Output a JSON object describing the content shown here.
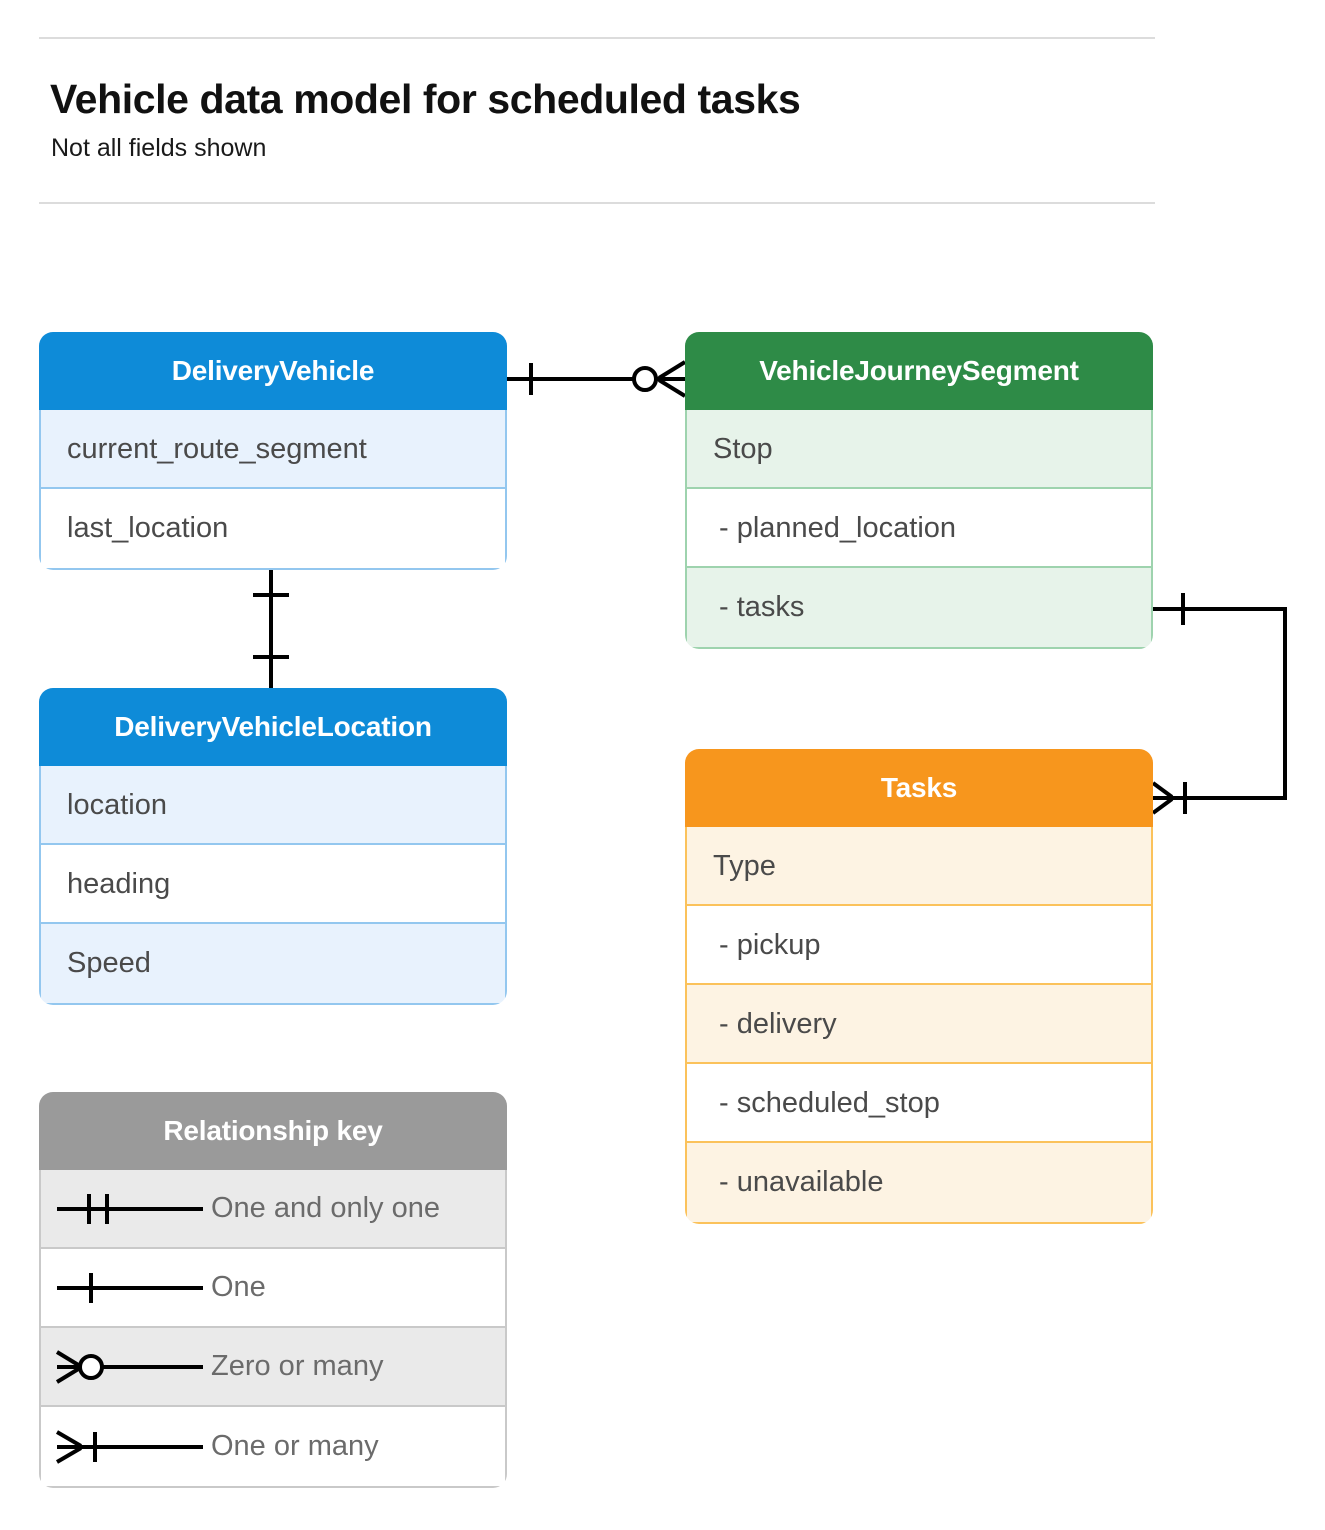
{
  "header": {
    "title": "Vehicle data model for scheduled tasks",
    "subtitle": "Not all fields shown"
  },
  "colors": {
    "blue_header": "#0e8bd8",
    "blue_row_alt": "#e8f2fd",
    "blue_border": "#93c7ef",
    "green_header": "#2e8b47",
    "green_row_alt": "#e7f3ea",
    "green_border": "#9ed3ae",
    "orange_header": "#f7961d",
    "orange_row_alt": "#fdf3e3",
    "orange_border": "#fbc25b",
    "gray_header": "#9a9a9a",
    "gray_row_alt": "#eaeaea",
    "gray_border": "#c9c9c9",
    "connector": "#000000",
    "rule": "#dcdcdc",
    "field_text": "#4a4a4a"
  },
  "entities": [
    {
      "id": "DeliveryVehicle",
      "name": "DeliveryVehicle",
      "theme": "blue",
      "fields": [
        {
          "label": "current_route_segment",
          "indent": false
        },
        {
          "label": "last_location",
          "indent": false
        }
      ]
    },
    {
      "id": "VehicleJourneySegment",
      "name": "VehicleJourneySegment",
      "theme": "green",
      "fields": [
        {
          "label": "Stop",
          "indent": false
        },
        {
          "label": "-  planned_location",
          "indent": true
        },
        {
          "label": "- tasks",
          "indent": true
        }
      ]
    },
    {
      "id": "DeliveryVehicleLocation",
      "name": "DeliveryVehicleLocation",
      "theme": "blue",
      "fields": [
        {
          "label": "location",
          "indent": false
        },
        {
          "label": "heading",
          "indent": false
        },
        {
          "label": "Speed",
          "indent": false
        }
      ]
    },
    {
      "id": "Tasks",
      "name": "Tasks",
      "theme": "orange",
      "fields": [
        {
          "label": "Type",
          "indent": false
        },
        {
          "label": "-  pickup",
          "indent": true
        },
        {
          "label": "-  delivery",
          "indent": true
        },
        {
          "label": "-  scheduled_stop",
          "indent": true
        },
        {
          "label": "-  unavailable",
          "indent": true
        }
      ]
    }
  ],
  "legend": {
    "title": "Relationship key",
    "items": [
      {
        "symbol": "one-and-only-one",
        "label": "One and only one"
      },
      {
        "symbol": "one",
        "label": "One"
      },
      {
        "symbol": "zero-or-many",
        "label": "Zero or many"
      },
      {
        "symbol": "one-or-many",
        "label": "One or many"
      }
    ]
  },
  "relationships": [
    {
      "id": "vehicle-to-journey-segment",
      "from": "DeliveryVehicle",
      "to": "VehicleJourneySegment",
      "from_cardinality": "one",
      "to_cardinality": "zero-or-many"
    },
    {
      "id": "vehicle-to-vehicle-location",
      "from": "DeliveryVehicle",
      "to": "DeliveryVehicleLocation",
      "from_cardinality": "one",
      "to_cardinality": "one"
    },
    {
      "id": "journey-segment-tasks-to-tasks",
      "from": "VehicleJourneySegment",
      "to": "Tasks",
      "from_cardinality": "one",
      "to_cardinality": "one-or-many"
    }
  ]
}
